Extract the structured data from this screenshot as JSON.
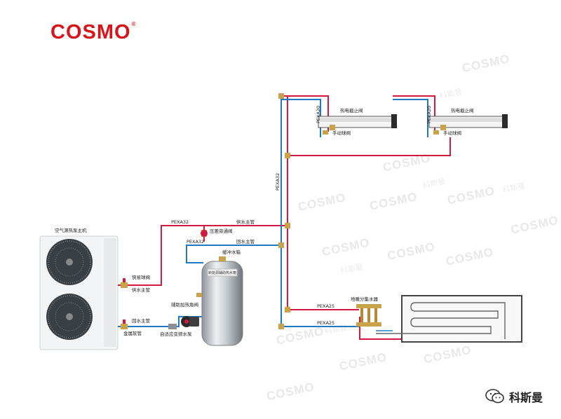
{
  "brand": {
    "logo": "COSMO",
    "watermark": "COSMO",
    "watermark_cn": "科斯曼",
    "footer": "科斯曼"
  },
  "labels": {
    "heat_pump": "空气源热泵主机",
    "quick_valve": "快易球阀",
    "supply_main_left": "供水主管",
    "return_main_left": "回水主管",
    "metal_hose": "金属软管",
    "pexa32_top": "PEXA32",
    "supply_main_mid": "供水主管",
    "bypass_valve": "压差旁通阀",
    "pexa32_mid": "PEXA32",
    "return_main_mid": "回水主管",
    "buffer_tank": "缓冲水箱",
    "tank_brand": "新能源辅助热水箱",
    "aux_angle_valve": "辅助加热角阀",
    "pump": "自适应变频水泵",
    "pexa32_vertical": "PEXA32",
    "pexa20_a": "PEXA20",
    "pexa20_b": "PEXA20",
    "thermo_valve_a": "热电截止阀",
    "thermo_valve_b": "热电截止阀",
    "manual_valve_a": "手动球阀",
    "manual_valve_b": "手动球阀",
    "manifold": "地暖分集水器",
    "pexa25_a": "PEXA25",
    "pexa25_b": "PEXA25"
  },
  "colors": {
    "supply": "#d3193f",
    "return": "#1f7ac6",
    "brand": "#d7141a",
    "brass": "#c9a24a"
  }
}
